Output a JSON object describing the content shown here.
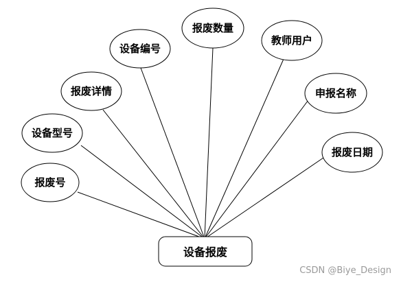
{
  "colors": {
    "stroke": "#000000",
    "fill": "#ffffff",
    "watermark": "#9a9a9a"
  },
  "entity": {
    "label": "设备报废"
  },
  "attributes": [
    {
      "key": "scrap-no",
      "label": "报废号"
    },
    {
      "key": "device-model",
      "label": "设备型号"
    },
    {
      "key": "scrap-detail",
      "label": "报废详情"
    },
    {
      "key": "device-no",
      "label": "设备编号"
    },
    {
      "key": "scrap-qty",
      "label": "报废数量"
    },
    {
      "key": "teacher-user",
      "label": "教师用户"
    },
    {
      "key": "apply-name",
      "label": "申报名称"
    },
    {
      "key": "scrap-date",
      "label": "报废日期"
    }
  ],
  "watermark": "CSDN @Biye_Design"
}
